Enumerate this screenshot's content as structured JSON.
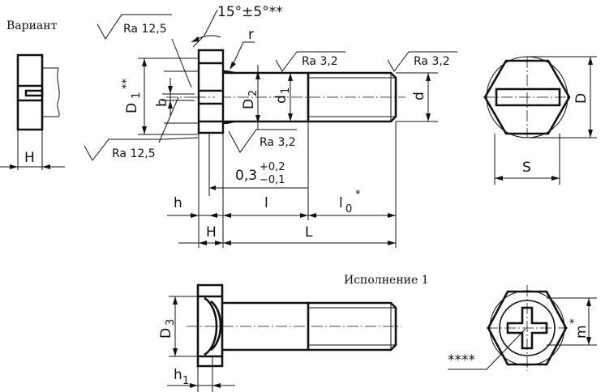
{
  "labels": {
    "variant": "Вариант",
    "execution": "Исполнение  1",
    "roughness_head": "Ra 12,5",
    "roughness_head2": "Ra 12,5",
    "roughness_shank": "Ra 3,2",
    "roughness_thread": "Ra 3,2",
    "roughness_fillet": "Ra 3,2",
    "angle": "15°±5°**",
    "r": "r",
    "D1": "D",
    "D1_sub": "1",
    "D1_sup": "**",
    "b": "b",
    "D2": "D",
    "D2_sub": "2",
    "d1": "d",
    "d1_sub": "1",
    "d": "d",
    "D": "D",
    "S": "S",
    "H_variant": "H",
    "h": "h",
    "H": "H",
    "l": "l",
    "l0": "l",
    "l0_sub": "0",
    "l0_sup": "*",
    "L": "L",
    "tol_base": "0,3",
    "tol_plus": "+0,2",
    "tol_minus": "−0,1",
    "D3": "D",
    "D3_sub": "3",
    "h1": "h",
    "h1_sub": "1",
    "m": "m",
    "m_sup": "*",
    "stars4": "****"
  }
}
